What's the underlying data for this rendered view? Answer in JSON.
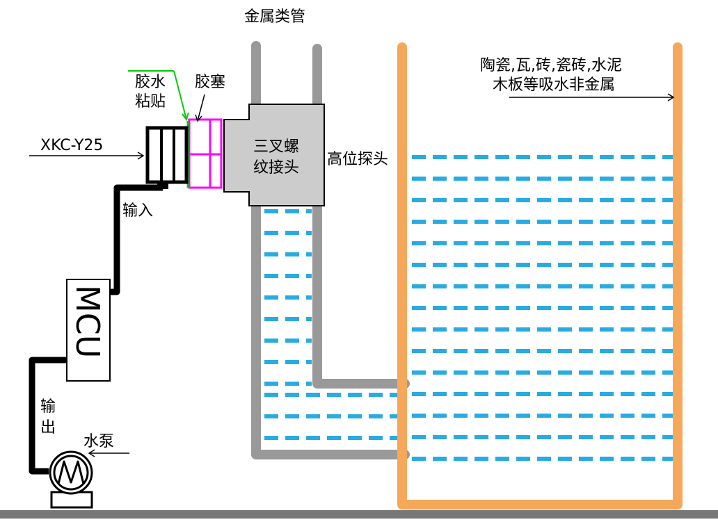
{
  "labels": {
    "metal_pipe": "金属类管",
    "glue_line1": "胶水",
    "glue_line2": "粘贴",
    "rubber_plug": "胶塞",
    "sensor_model": "XKC-Y25",
    "tee_line1": "三叉螺",
    "tee_line2": "纹接头",
    "high_probe": "高位探头",
    "tank_line1": "陶瓷,瓦,砖,瓷砖,水泥",
    "tank_line2": "木板等吸水非金属",
    "input": "输入",
    "mcu": "MCU",
    "output_line1": "输",
    "output_line2": "出",
    "pump": "水泵"
  },
  "colors": {
    "pipe": "#999999",
    "tank": "#f5a85a",
    "water": "#29abe2",
    "plug": "#ff00ff",
    "glue": "#00cc00",
    "high_probe_text": "#ff0000",
    "tank_text": "#e020e0",
    "tee": "#cccccc",
    "ground": "#777777"
  }
}
